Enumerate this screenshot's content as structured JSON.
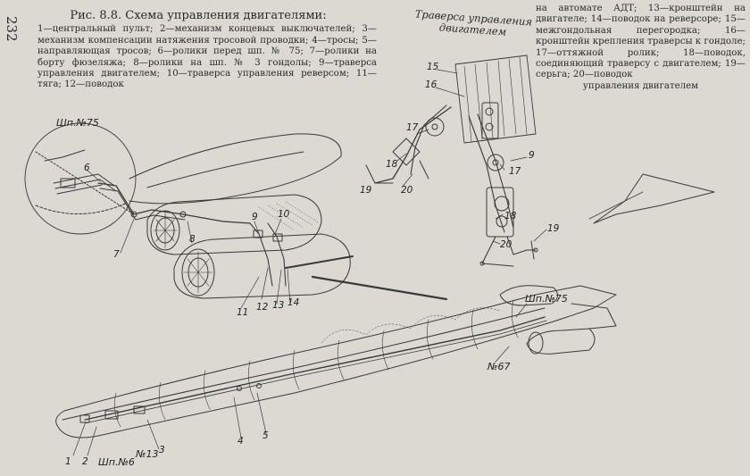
{
  "page_number": "232",
  "caption": {
    "title": "Рис. 8.8. Схема управления двигателями:",
    "legend_left": "1—центральный пульт; 2—механизм концевых выключателей; 3—механизм компенсации натяжения тросовой проводки; 4—тросы; 5—направляющая тросов; 6—ролики перед шп. № 75; 7—ролики на борту фюзеляжа; 8—ролики на шп. № 3 гондолы; 9—траверса управления двигателем; 10—траверса управления реверсом; 11—тяга; 12—поводок",
    "legend_right": "на автомате АДТ; 13—кронштейн на двигателе; 14—поводок на реверсоре; 15—межгондольная перегородка; 16—кронштейн крепления траверсы к гондоле; 17—оттяжной ролик; 18—поводок, соединяющий траверсу с двигателем; 19—серьга; 20—поводок",
    "legend_end": "управления двигателем"
  },
  "traverse_title": "Траверса управления двигателем",
  "callouts": {
    "shp75_inset": "Шп.№75",
    "c6": "6",
    "c7": "7",
    "c8": "8",
    "c9_engine": "9",
    "c10": "10",
    "c11": "11",
    "c12": "12",
    "c13": "13",
    "c14": "14",
    "c15": "15",
    "c16_top": "16",
    "c17_left": "17",
    "c17_mid": "17",
    "c9_trav": "9",
    "c18_left": "18",
    "c19_left": "19",
    "c20_left": "20",
    "c18_right": "18",
    "c20_right": "20",
    "c19_right": "19",
    "shp75_body": "Шп.№75",
    "n67": "№67",
    "c1": "1",
    "c2": "2",
    "shp6": "Шп.№6",
    "n13": "№13",
    "c3": "3",
    "c4": "4",
    "c5": "5"
  },
  "colors": {
    "paper": "#dcd9d2",
    "ink": "#2a2a2a"
  }
}
